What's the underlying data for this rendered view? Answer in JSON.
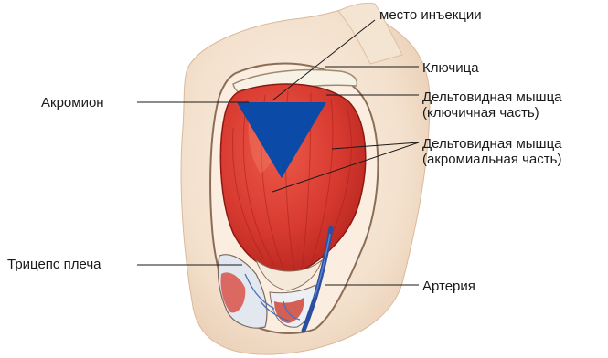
{
  "labels": {
    "injection_site": "место инъекции",
    "clavicle": "Ключица",
    "acromion": "Акромион",
    "deltoid_clavicular": [
      "Дельтовидная мышца",
      "(ключичная часть)"
    ],
    "deltoid_acromial": [
      "Дельтовидная мышца",
      "(акромиальная часть)"
    ],
    "triceps": "Трицепс плеча",
    "artery": "Артерия"
  },
  "colors": {
    "skin": "#f6e7d6",
    "muscle": "#d83a30",
    "injection_marker": "#0b4aa6",
    "artery": "#2a4fa0",
    "leader_line": "#1a1a1a"
  }
}
